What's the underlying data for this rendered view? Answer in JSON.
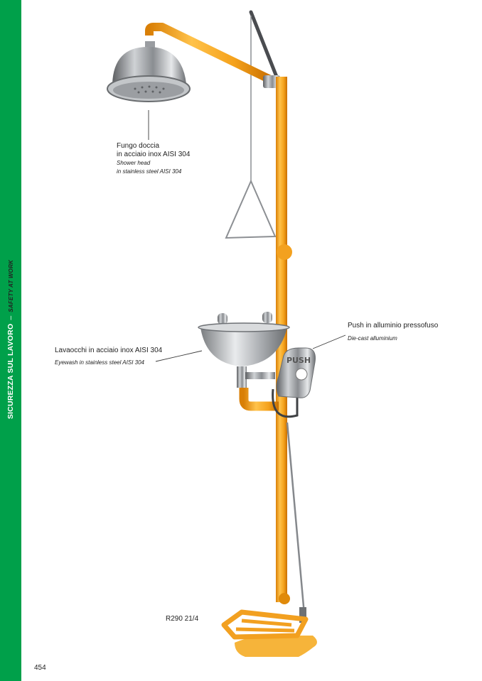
{
  "sidebar": {
    "section_it": "SICUREZZA SUL LAVORO",
    "separator": "–",
    "section_en": "SAFETY AT WORK",
    "color": "#00a04a"
  },
  "callouts": {
    "shower": {
      "it_line1": "Fungo doccia",
      "it_line2": "in acciaio inox AISI 304",
      "en_line1": "Shower head",
      "en_line2": "in stainless steel AISI 304"
    },
    "eyewash": {
      "it": "Lavaocchi in acciaio inox AISI 304",
      "en": "Eyewash in stainless steel AISI 304"
    },
    "push": {
      "it": "Push in alluminio pressofuso",
      "en": "Die-cast alluminium",
      "plate_text": "PUSH"
    }
  },
  "product": {
    "code": "R290 21/4",
    "pipe_color": "#f5a21c"
  },
  "page_number": "454"
}
